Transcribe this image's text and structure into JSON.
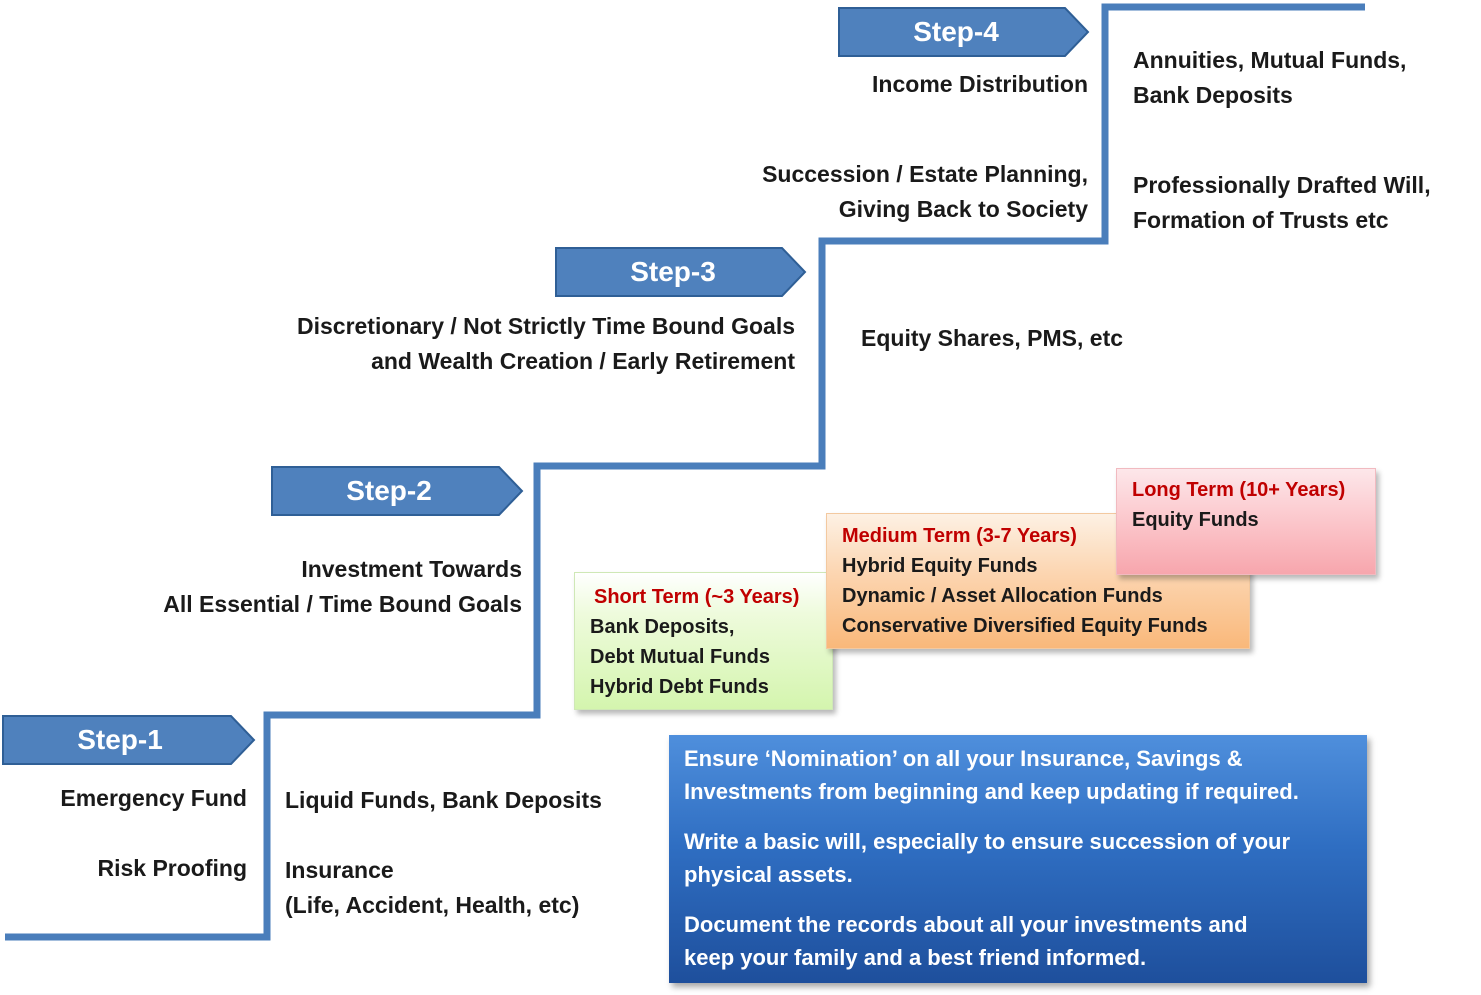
{
  "steps": [
    {
      "label": "Step-1"
    },
    {
      "label": "Step-2"
    },
    {
      "label": "Step-3"
    },
    {
      "label": "Step-4"
    }
  ],
  "step1": {
    "goal_1": "Emergency Fund",
    "goal_2": "Risk Proofing",
    "product_1": "Liquid Funds, Bank Deposits",
    "product_2_line1": "Insurance",
    "product_2_line2": "(Life, Accident, Health, etc)"
  },
  "step2": {
    "goal_line1": "Investment Towards",
    "goal_line2": "All Essential / Time Bound Goals"
  },
  "step3": {
    "goal_line1": "Discretionary  / Not Strictly Time Bound Goals",
    "goal_line2": "and Wealth Creation / Early Retirement",
    "product": "Equity Shares, PMS, etc"
  },
  "step4": {
    "goal_1": "Income Distribution",
    "goal_2_line1": "Succession / Estate Planning,",
    "goal_2_line2": "Giving Back to Society",
    "product_1_line1": "Annuities, Mutual Funds,",
    "product_1_line2": "Bank Deposits",
    "product_2_line1": "Professionally Drafted Will,",
    "product_2_line2": "Formation of Trusts etc"
  },
  "horizons": {
    "short": {
      "title": "Short Term (~3 Years)",
      "items": [
        "Bank Deposits,",
        "Debt Mutual Funds",
        "Hybrid Debt Funds"
      ]
    },
    "medium": {
      "title": "Medium Term (3-7 Years)",
      "items": [
        "Hybrid Equity Funds",
        "Dynamic / Asset Allocation Funds",
        "Conservative Diversified Equity Funds"
      ]
    },
    "long": {
      "title": "Long Term (10+ Years)",
      "items": [
        "Equity Funds"
      ]
    }
  },
  "notes": [
    "Ensure ‘Nomination’ on all your Insurance, Savings &\nInvestments from beginning and keep updating if required.",
    "Write a basic will, especially to ensure succession of your\nphysical assets.",
    "Document the records about all your investments  and\nkeep your family and a best friend informed."
  ],
  "colors": {
    "stair_line": "#4a7ebb",
    "arrow_fill": "#4f81bd",
    "arrow_stroke": "#2f5f96",
    "term_title": "#c00000"
  }
}
